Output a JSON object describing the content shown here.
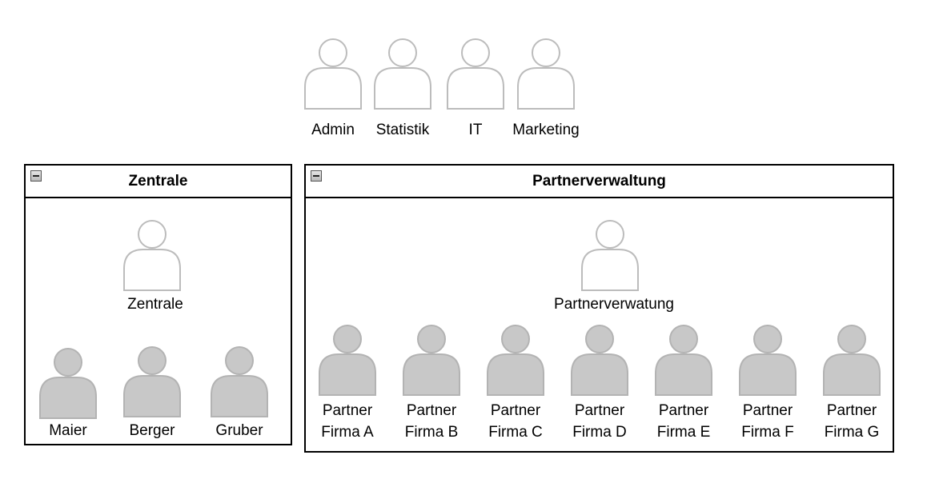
{
  "colors": {
    "outline_person": "#bcbcbc",
    "filled_person": "#c8c8c8",
    "filled_person_stroke": "#b3b3b3",
    "border": "#000000"
  },
  "top_roles": {
    "admin": "Admin",
    "statistik": "Statistik",
    "it": "IT",
    "marketing": "Marketing"
  },
  "zentrale": {
    "title": "Zentrale",
    "role_label": "Zentrale",
    "members": {
      "maier": "Maier",
      "berger": "Berger",
      "gruber": "Gruber"
    }
  },
  "partnerverwaltung": {
    "title": "Partnerverwaltung",
    "role_label": "Partnerverwatung",
    "members": {
      "a": {
        "line1": "Partner",
        "line2": "Firma A"
      },
      "b": {
        "line1": "Partner",
        "line2": "Firma B"
      },
      "c": {
        "line1": "Partner",
        "line2": "Firma C"
      },
      "d": {
        "line1": "Partner",
        "line2": "Firma D"
      },
      "e": {
        "line1": "Partner",
        "line2": "Firma E"
      },
      "f": {
        "line1": "Partner",
        "line2": "Firma F"
      },
      "g": {
        "line1": "Partner",
        "line2": "Firma G"
      }
    }
  }
}
